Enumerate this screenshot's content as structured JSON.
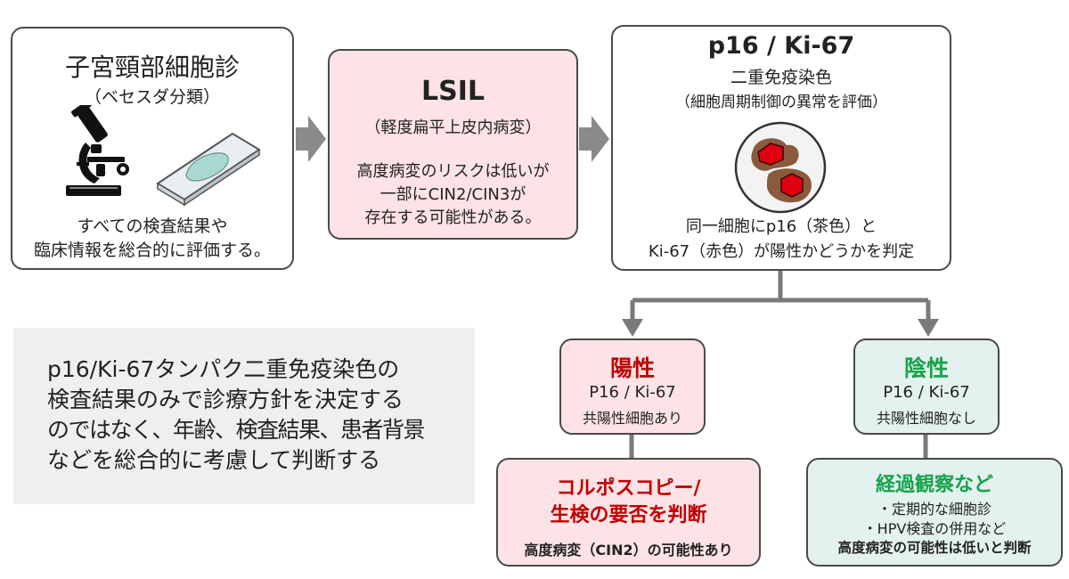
{
  "box1": {
    "title": "子宮頸部細胞診",
    "subtitle": "（ベセスダ分類）",
    "body": [
      "すべての検査結果や",
      "臨床情報を総合的に評価する。"
    ]
  },
  "box2": {
    "title": "LSIL",
    "subtitle": "（軽度扁平上皮内病変）",
    "body": [
      "高度病変のリスクは低いが",
      "一部にCIN2/CIN3が",
      "存在する可能性がある。"
    ]
  },
  "box3": {
    "title": "p16 / Ki-67",
    "subtitle1": "二重免疫染色",
    "subtitle2": "（細胞周期制御の異常を評価）",
    "body": [
      "同一細胞にp16（茶色）と",
      "Ki-67（赤色）が陽性かどうかを判定"
    ]
  },
  "positive": {
    "title": "陽性",
    "line1": "P16 / Ki-67",
    "line2": "共陽性細胞あり"
  },
  "negative": {
    "title": "陰性",
    "line1": "P16 / Ki-67",
    "line2": "共陽性細胞なし"
  },
  "pos_action": {
    "title1": "コルポスコピー/",
    "title2": "生検の要否を判断",
    "note": "高度病変（CIN2）の可能性あり"
  },
  "neg_action": {
    "title": "経過観察など",
    "items": [
      "・定期的な細胞診",
      "・HPV検査の併用など"
    ],
    "note": "高度病変の可能性は低いと判断"
  },
  "note_panel": {
    "lines": [
      "p16/Ki-67タンパク二重免疫染色の",
      "検査結果のみで診療方針を決定する",
      "のではなく、年齢、検査結果、患者背景",
      "などを総合的に考慮して判断する"
    ]
  },
  "colors": {
    "positive": "#c00000",
    "negative": "#15a34a",
    "pink_fill": "#fde3e6",
    "mint_fill": "#e3f1ef",
    "arrow": "#8a8a8a"
  }
}
